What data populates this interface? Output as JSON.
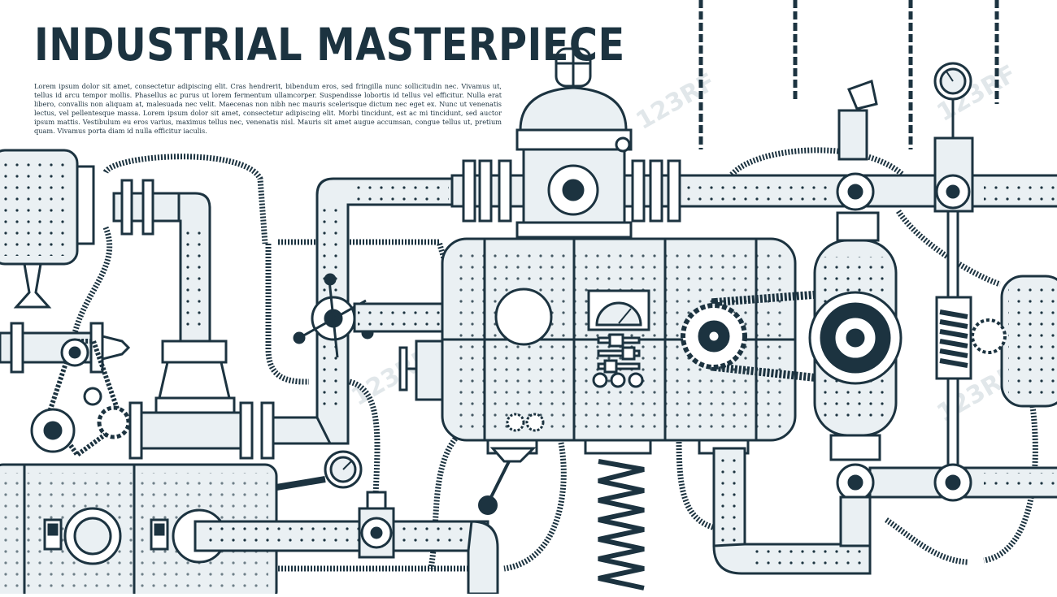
{
  "header": {
    "title": "INDUSTRIAL MASTERPIECE",
    "body": "Lorem ipsum dolor sit amet, consectetur adipiscing elit. Cras hendrerit, bibendum eros, sed fringilla nunc sollicitudin nec. Vivamus ut, tellus id arcu tempor mollis. Phasellus ac purus ut lorem fermentum ullamcorper. Suspendisse lobortis id tellus vel efficitur. Nulla erat libero, convallis non aliquam at, malesuada nec velit. Maecenas non nibh nec mauris scelerisque dictum nec eget ex. Nunc ut venenatis lectus, vel pellentesque massa. Lorem ipsum dolor sit amet, consectetur adipiscing elit. Morbi tincidunt, est ac mi tincidunt, sed auctor ipsum mattis. Vestibulum eu eros varius, maximus tellus nec, venenatis nisl. Mauris sit amet augue accumsan, congue tellus ut, pretium quam. Vivamus porta diam id nulla efficitur iaculis."
  },
  "colors": {
    "ink": "#1c3340",
    "panel": "#eaf0f3",
    "paper": "#ffffff",
    "watermark": "#c9d3d9"
  },
  "watermark": "123RF",
  "icons": [
    "gauge-icon",
    "valve-wheel-icon",
    "gear-icon",
    "chain-icon",
    "spring-icon",
    "warning-light-icon",
    "lever-icon",
    "porthole-icon",
    "switch-icon"
  ]
}
